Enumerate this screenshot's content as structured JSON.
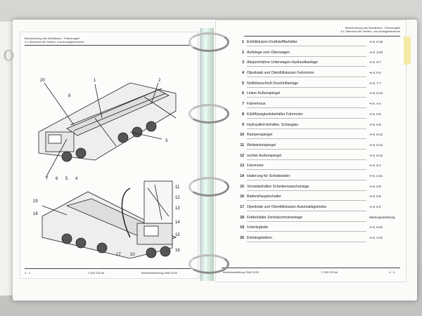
{
  "left_page": {
    "header": [
      "Beschreibung des Mobilkrans - Fahrzeugteil",
      "4.1 Übersicht der Stellen- und Anzeigeelemente"
    ],
    "footer_left": "4 - 2",
    "footer_mid": "2 000 230 de",
    "footer_right": "Betriebsanleitung GMK 5100",
    "labels": [
      "20",
      "1",
      "8",
      "2",
      "3",
      "4",
      "5",
      "6",
      "7",
      "19",
      "18",
      "11",
      "12",
      "13",
      "14",
      "15",
      "16",
      "17",
      "10"
    ]
  },
  "right_page": {
    "header": [
      "Beschreibung des Mobilkrans - Fahrzeugteil",
      "4.1 Übersicht der Stellen- und Anzeigeelemente"
    ],
    "footer_left": "Betriebsanleitung GMK 5100",
    "footer_mid": "2 000 230 de",
    "footer_right": "4 - 3",
    "items": [
      {
        "num": "1",
        "text": "Einfüllstutzen Kraftstoffbehälter",
        "ref": "➜ S. 6-16"
      },
      {
        "num": "2",
        "text": "Aufstiege zum Oberwagen",
        "ref": "➜ S. 4-40"
      },
      {
        "num": "3",
        "text": "Absperrhähne Unterwagen-Hydraulikanlage",
        "ref": "➜ S. 6-7"
      },
      {
        "num": "4",
        "text": "Ölpeilstab und Öleinfüllstutzen Fahrmotor",
        "ref": "➜ S. 6-3"
      },
      {
        "num": "5",
        "text": "Notfüllanschluß Druckluftanlage",
        "ref": "➜ S. 7-7"
      },
      {
        "num": "6",
        "text": "Linker Außenspiegel",
        "ref": "➜ S. 6-12"
      },
      {
        "num": "7",
        "text": "Fahrerhaus",
        "ref": "➜ S. 4-4"
      },
      {
        "num": "8",
        "text": "Kühlflüssigkeitsbehälter Fahrmotor",
        "ref": "➜ S. 6-5"
      },
      {
        "num": "9",
        "text": "Hydrauliköl-behälter, Schauglas",
        "ref": "➜ S. 6-6"
      },
      {
        "num": "10",
        "text": "Rampenspiegel",
        "ref": "➜ S. 6-12"
      },
      {
        "num": "11",
        "text": "Weitwinkelspiegel",
        "ref": "➜ S. 6-12"
      },
      {
        "num": "12",
        "text": "rechter Außenspiegel",
        "ref": "➜ S. 6-12"
      },
      {
        "num": "13",
        "text": "Fahrmotor",
        "ref": "➜ S. 5-1"
      },
      {
        "num": "14",
        "text": "Halterung für Schiebeleiter",
        "ref": "➜ S. 4-41"
      },
      {
        "num": "15",
        "text": "Vorratsbehälter Scheibenwaschanlage",
        "ref": "➜ S. 6-9"
      },
      {
        "num": "16",
        "text": "Batteriehauptschalter",
        "ref": "➜ S. 5-6"
      },
      {
        "num": "17",
        "text": "Ölpeilstab und Öleinfüllstutzen Automatikgetriebe",
        "ref": "➜ S. 5-4"
      },
      {
        "num": "18",
        "text": "Fettbehälter Zentralschmieranlage",
        "ref": "Wartungsanleitung"
      },
      {
        "num": "19",
        "text": "Unterlegkeile",
        "ref": "➜ S. 6-31"
      },
      {
        "num": "20",
        "text": "Einhängeleitern",
        "ref": "➜ S. 4-41"
      }
    ]
  },
  "handwriting": "o"
}
